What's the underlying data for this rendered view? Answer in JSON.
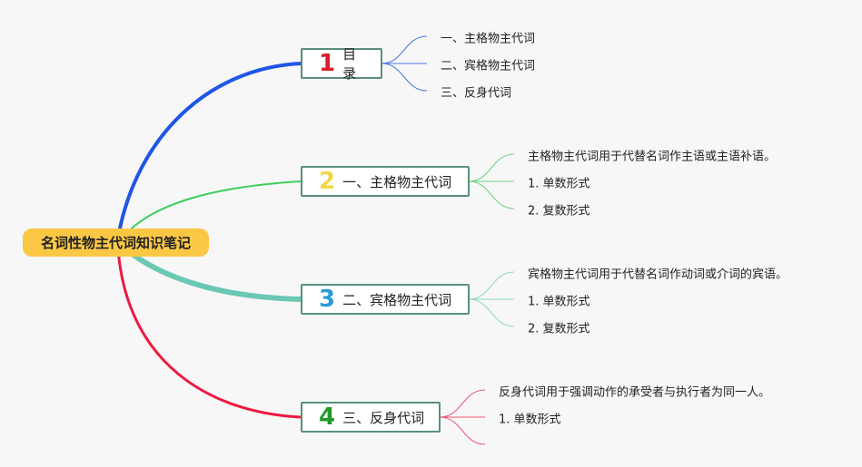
{
  "root": {
    "label": "名词性物主代词知识笔记"
  },
  "colors": {
    "blue": "#1f56e6",
    "green": "#3ecf5e",
    "teal": "#6ac8b4",
    "red": "#ec1a40"
  },
  "branches": [
    {
      "number": "1",
      "number_color": "#d81e2c",
      "label": "目录",
      "children": [
        "一、主格物主代词",
        "二、宾格物主代词",
        "三、反身代词"
      ]
    },
    {
      "number": "2",
      "number_color": "#f2d64b",
      "label": "一、主格物主代词",
      "children": [
        "主格物主代词用于代替名词作主语或主语补语。",
        "1. 单数形式",
        "2. 复数形式"
      ]
    },
    {
      "number": "3",
      "number_color": "#2a9bd8",
      "label": "二、宾格物主代词",
      "children": [
        "宾格物主代词用于代替名词作动词或介词的宾语。",
        "1. 单数形式",
        "2. 复数形式"
      ]
    },
    {
      "number": "4",
      "number_color": "#1f9a2a",
      "label": "三、反身代词",
      "children": [
        "反身代词用于强调动作的承受者与执行者为同一人。",
        "1. 单数形式"
      ]
    }
  ]
}
